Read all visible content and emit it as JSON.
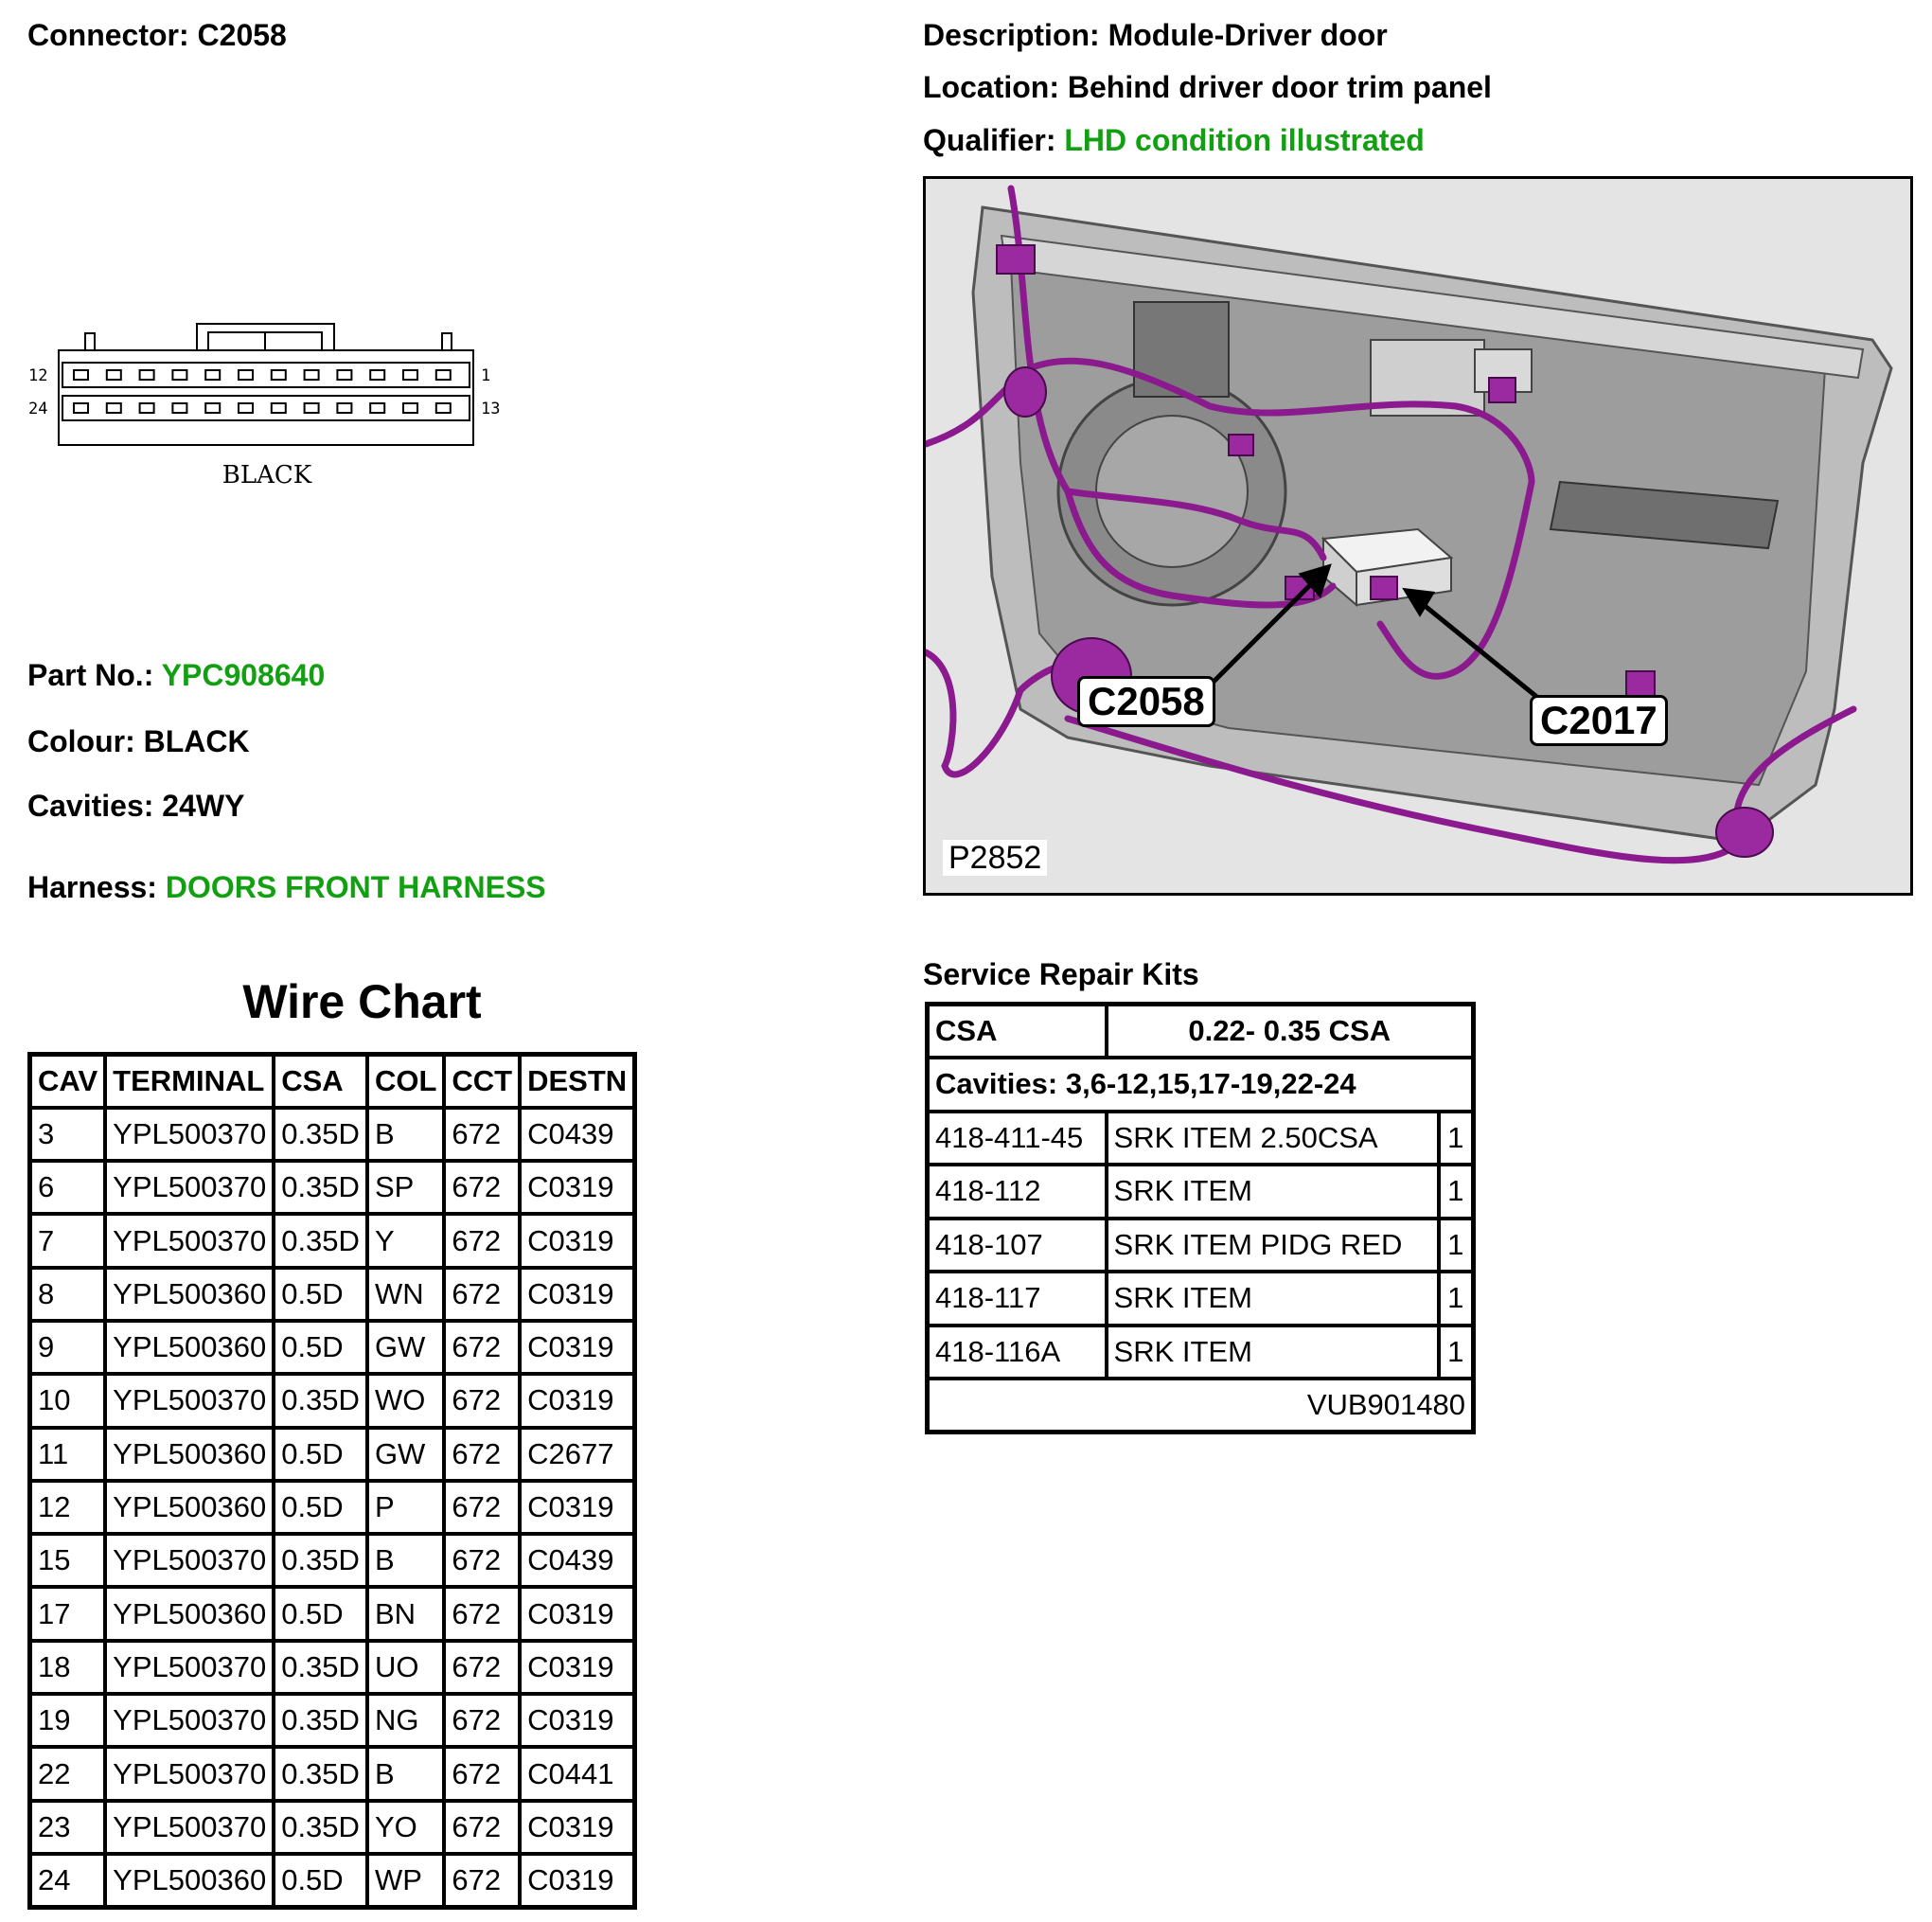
{
  "connector": {
    "label": "Connector:",
    "value": "C2058"
  },
  "description": {
    "label": "Description:",
    "value": "Module-Driver door"
  },
  "location": {
    "label": "Location:",
    "value": "Behind driver door trim panel"
  },
  "qualifier": {
    "label": "Qualifier:",
    "value": "LHD condition illustrated"
  },
  "diagram": {
    "pin_top_left": "12",
    "pin_top_right": "1",
    "pin_bottom_left": "24",
    "pin_bottom_right": "13",
    "color_label": "BLACK"
  },
  "part_no": {
    "label": "Part No.:",
    "value": "YPC908640"
  },
  "colour": {
    "label": "Colour:",
    "value": "BLACK"
  },
  "cavities": {
    "label": "Cavities:",
    "value": "24WY"
  },
  "harness": {
    "label": "Harness:",
    "value": "DOORS FRONT HARNESS"
  },
  "wire_chart": {
    "title": "Wire Chart",
    "headers": [
      "CAV",
      "TERMINAL",
      "CSA",
      "COL",
      "CCT",
      "DESTN"
    ],
    "rows": [
      [
        "3",
        "YPL500370",
        "0.35D",
        "B",
        "672",
        "C0439"
      ],
      [
        "6",
        "YPL500370",
        "0.35D",
        "SP",
        "672",
        "C0319"
      ],
      [
        "7",
        "YPL500370",
        "0.35D",
        "Y",
        "672",
        "C0319"
      ],
      [
        "8",
        "YPL500360",
        "0.5D",
        "WN",
        "672",
        "C0319"
      ],
      [
        "9",
        "YPL500360",
        "0.5D",
        "GW",
        "672",
        "C0319"
      ],
      [
        "10",
        "YPL500370",
        "0.35D",
        "WO",
        "672",
        "C0319"
      ],
      [
        "11",
        "YPL500360",
        "0.5D",
        "GW",
        "672",
        "C2677"
      ],
      [
        "12",
        "YPL500360",
        "0.5D",
        "P",
        "672",
        "C0319"
      ],
      [
        "15",
        "YPL500370",
        "0.35D",
        "B",
        "672",
        "C0439"
      ],
      [
        "17",
        "YPL500360",
        "0.5D",
        "BN",
        "672",
        "C0319"
      ],
      [
        "18",
        "YPL500370",
        "0.35D",
        "UO",
        "672",
        "C0319"
      ],
      [
        "19",
        "YPL500370",
        "0.35D",
        "NG",
        "672",
        "C0319"
      ],
      [
        "22",
        "YPL500370",
        "0.35D",
        "B",
        "672",
        "C0441"
      ],
      [
        "23",
        "YPL500370",
        "0.35D",
        "YO",
        "672",
        "C0319"
      ],
      [
        "24",
        "YPL500360",
        "0.5D",
        "WP",
        "672",
        "C0319"
      ]
    ]
  },
  "photo": {
    "callout_left": "C2058",
    "callout_right": "C2017",
    "ref": "P2852"
  },
  "srk": {
    "title": "Service Repair Kits",
    "header_left": "CSA",
    "header_right": "0.22- 0.35 CSA",
    "cavities": "Cavities: 3,6-12,15,17-19,22-24",
    "items": [
      {
        "code": "418-411-45",
        "desc": "SRK ITEM 2.50CSA",
        "qty": "1"
      },
      {
        "code": "418-112",
        "desc": "SRK ITEM",
        "qty": "1"
      },
      {
        "code": "418-107",
        "desc": "SRK ITEM PIDG RED",
        "qty": "1"
      },
      {
        "code": "418-117",
        "desc": "SRK ITEM",
        "qty": "1"
      },
      {
        "code": "418-116A",
        "desc": "SRK ITEM",
        "qty": "1"
      }
    ],
    "footer": "VUB901480"
  },
  "colors": {
    "accent_green": "#12a012",
    "harness_purple": "#8b1a8f"
  }
}
